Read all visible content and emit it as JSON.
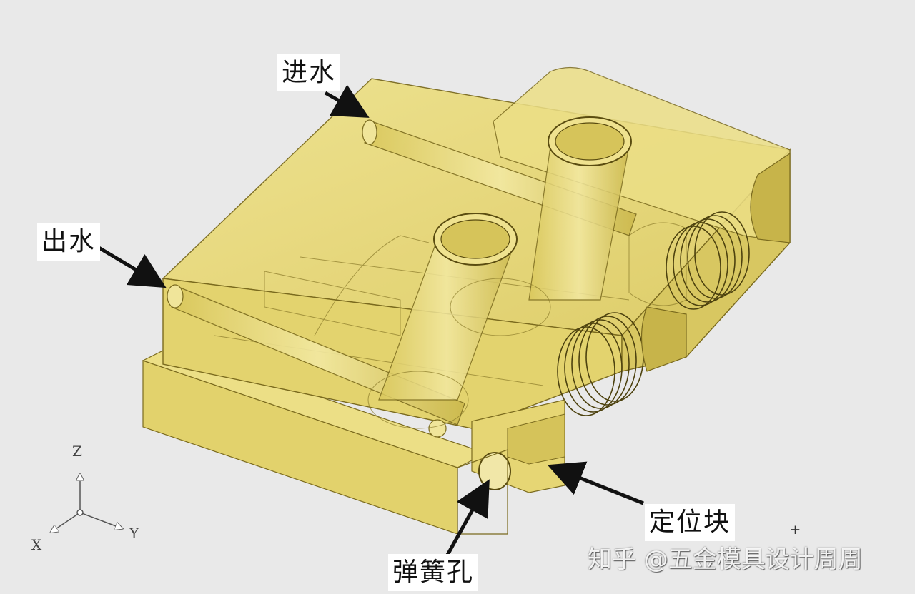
{
  "labels": {
    "water_in": "进水",
    "water_out": "出水",
    "locating_block": "定位块",
    "spring_hole": "弹簧孔"
  },
  "axes": {
    "z": "Z",
    "x": "X",
    "y": "Y"
  },
  "watermark": "知乎 @五金模具设计周周",
  "colors": {
    "background": "#e9e9e9",
    "part_fill": "#e6d774",
    "part_edge": "#7a6a1e",
    "part_shadow": "#cdbd55",
    "arrow": "#111111"
  },
  "icons": {
    "crosshair": "crosshair-icon"
  }
}
